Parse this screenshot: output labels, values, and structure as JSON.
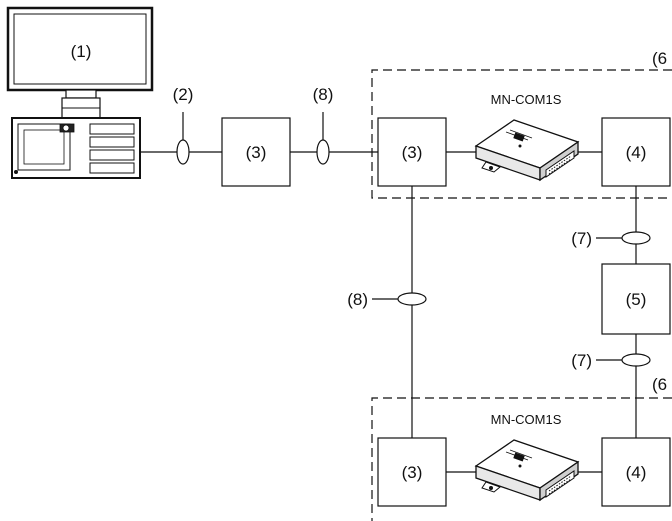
{
  "computer": {
    "label": "(1)"
  },
  "cables": {
    "c2": "(2)",
    "c8_top": "(8)",
    "c8_left": "(8)",
    "c7_upper": "(7)",
    "c7_lower": "(7)"
  },
  "boxes": {
    "b3_first": "(3)",
    "b3_top": "(3)",
    "b4_top": "(4)",
    "b5": "(5)",
    "b3_bottom": "(3)",
    "b4_bottom": "(4)"
  },
  "groups": {
    "top": {
      "title": "MN-COM1S",
      "corner_label": "(6"
    },
    "bottom": {
      "title": "MN-COM1S",
      "corner_label": "(6"
    }
  }
}
